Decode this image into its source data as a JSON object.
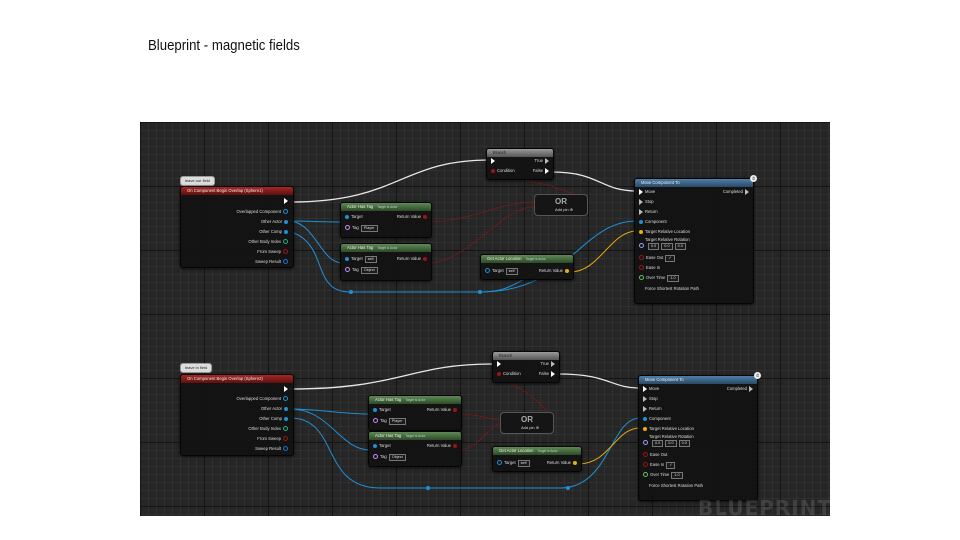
{
  "slide": {
    "title": "Blueprint - magnetic fields"
  },
  "colors": {
    "exec": "#ffffff",
    "object": "#1f8fd6",
    "vector": "#e8b00f",
    "bool": "#9e1212",
    "float": "#56c856",
    "struct": "#e8b00f"
  },
  "graphs": [
    {
      "comment": "leave our field",
      "event": {
        "title": "On Component Begin Overlap (Sphere1)",
        "pins": [
          "Overlapped Component",
          "Other Actor",
          "Other Comp",
          "Other Body Index",
          "From Sweep",
          "Sweep Result"
        ]
      },
      "has_tag_1": {
        "title": "Actor Has Tag",
        "sub": "Target is Actor",
        "target": "Target",
        "return": "Return Value",
        "tag": "Tag",
        "tag_value": "Player"
      },
      "has_tag_2": {
        "title": "Actor Has Tag",
        "sub": "Target is Actor",
        "target": "Target",
        "return": "Return Value",
        "tag": "Tag",
        "tag_value": "Object"
      },
      "get_location": {
        "title": "Get Actor Location",
        "sub": "Target is Actor",
        "target": "Target",
        "target_value": "self",
        "return": "Return Value"
      },
      "branch": {
        "title": "Branch",
        "true": "True",
        "false": "False",
        "condition": "Condition"
      },
      "or": {
        "label": "OR",
        "add_pin": "Add pin"
      },
      "move": {
        "title": "Move Component To",
        "move": "Move",
        "completed": "Completed",
        "stop": "Stop",
        "return": "Return",
        "component": "Component",
        "target_location": "Target Relative Location",
        "target_rotation": "Target Relative Rotation",
        "rot_x": "0.0",
        "rot_y": "0.0",
        "rot_z": "0.0",
        "ease_out": "Ease Out",
        "ease_in": "Ease In",
        "over_time": "Over Time",
        "over_time_value": "1.0",
        "force_shortest": "Force Shortest Rotation Path"
      }
    },
    {
      "comment": "leave in field",
      "event": {
        "title": "On Component Begin Overlap (Sphere2)",
        "pins": [
          "Overlapped Component",
          "Other Actor",
          "Other Comp",
          "Other Body Index",
          "From Sweep",
          "Sweep Result"
        ]
      },
      "has_tag_1": {
        "title": "Actor Has Tag",
        "sub": "Target is Actor",
        "target": "Target",
        "return": "Return Value",
        "tag": "Tag",
        "tag_value": "Player"
      },
      "has_tag_2": {
        "title": "Actor Has Tag",
        "sub": "Target is Actor",
        "target": "Target",
        "return": "Return Value",
        "tag": "Tag",
        "tag_value": "Object"
      },
      "get_location": {
        "title": "Get Actor Location",
        "sub": "Target is Actor",
        "target": "Target",
        "target_value": "self",
        "return": "Return Value"
      },
      "branch": {
        "title": "Branch",
        "true": "True",
        "false": "False",
        "condition": "Condition"
      },
      "or": {
        "label": "OR",
        "add_pin": "Add pin"
      },
      "move": {
        "title": "Move Component To",
        "move": "Move",
        "completed": "Completed",
        "stop": "Stop",
        "return": "Return",
        "component": "Component",
        "target_location": "Target Relative Location",
        "target_rotation": "Target Relative Rotation",
        "rot_x": "0.0",
        "rot_y": "0.0",
        "rot_z": "0.0",
        "ease_out": "Ease Out",
        "ease_in": "Ease In",
        "over_time": "Over Time",
        "over_time_value": "1.0",
        "force_shortest": "Force Shortest Rotation Path"
      }
    }
  ],
  "watermark": "BLUEPRINT"
}
